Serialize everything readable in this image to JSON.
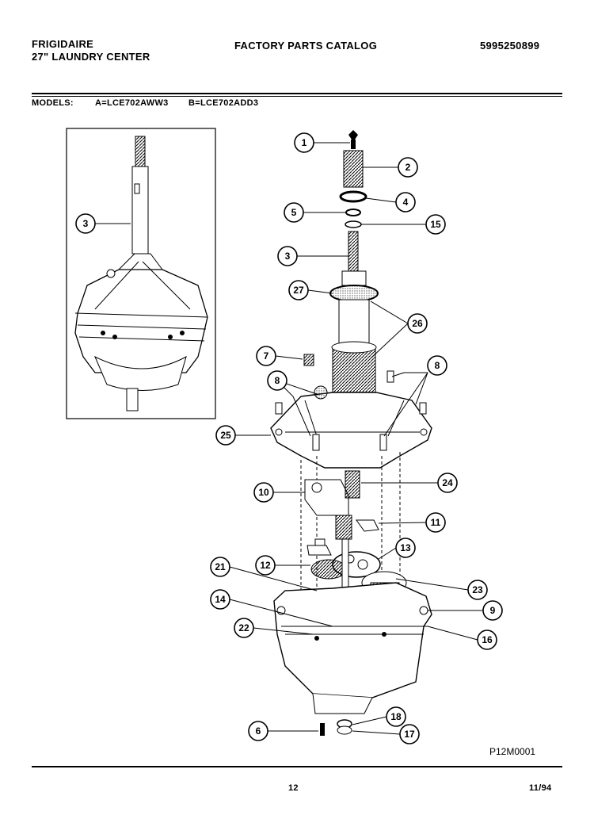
{
  "header": {
    "brand": "FRIGIDAIRE",
    "product": "27\" LAUNDRY CENTER",
    "catalog_title": "FACTORY PARTS CATALOG",
    "catalog_number": "5995250899"
  },
  "models": {
    "label": "MODELS:",
    "model_a": "A=LCE702AWW3",
    "model_b": "B=LCE702ADD3"
  },
  "callouts": {
    "inset_3": "3",
    "c1": "1",
    "c2": "2",
    "c4": "4",
    "c5": "5",
    "c15": "15",
    "c3": "3",
    "c27": "27",
    "c26": "26",
    "c7": "7",
    "c8a": "8",
    "c8b": "8",
    "c25": "25",
    "c10": "10",
    "c24": "24",
    "c11": "11",
    "c13": "13",
    "c21": "21",
    "c12": "12",
    "c23": "23",
    "c14": "14",
    "c9": "9",
    "c22": "22",
    "c16": "16",
    "c18": "18",
    "c6": "6",
    "c17": "17"
  },
  "diagram_code": "P12M0001",
  "footer": {
    "page_number": "12",
    "date": "11/94"
  }
}
